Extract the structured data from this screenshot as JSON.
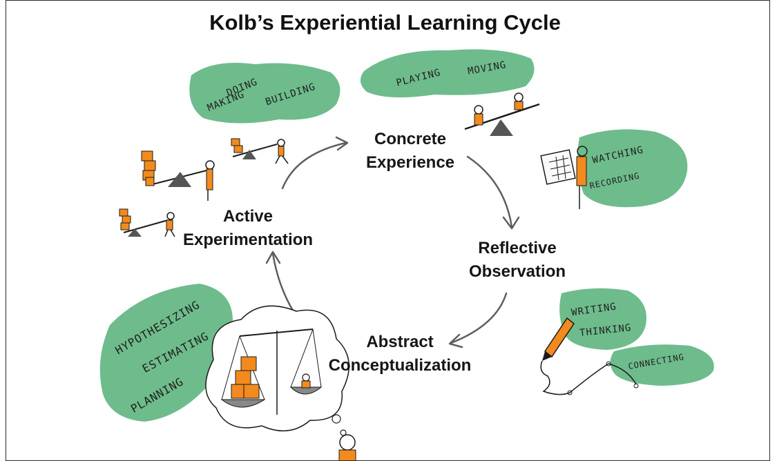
{
  "title": "Kolb’s Experiential Learning Cycle",
  "stages": {
    "concrete": [
      "Concrete",
      "Experience"
    ],
    "reflective": [
      "Reflective",
      "Observation"
    ],
    "abstract": [
      "Abstract",
      "Conceptualization"
    ],
    "active": [
      "Active",
      "Experimentation"
    ]
  },
  "notes": {
    "doing": "DOING",
    "making": "MAKING",
    "building": "BUILDING",
    "playing": "PLAYING",
    "moving": "MOVING",
    "watching": "WATCHING",
    "recording": "RECORDING",
    "writing": "WRITING",
    "thinking": "THINKING",
    "connecting": "CONNECTING",
    "hypothesizing": "HYPOTHESIZING",
    "estimating": "ESTIMATING",
    "planning": "PLANNING"
  },
  "colors": {
    "highlight": "#6ebc8c",
    "figure": "#f28a1e",
    "arrow": "#5e5e5e",
    "ink": "#1a1a1a"
  }
}
